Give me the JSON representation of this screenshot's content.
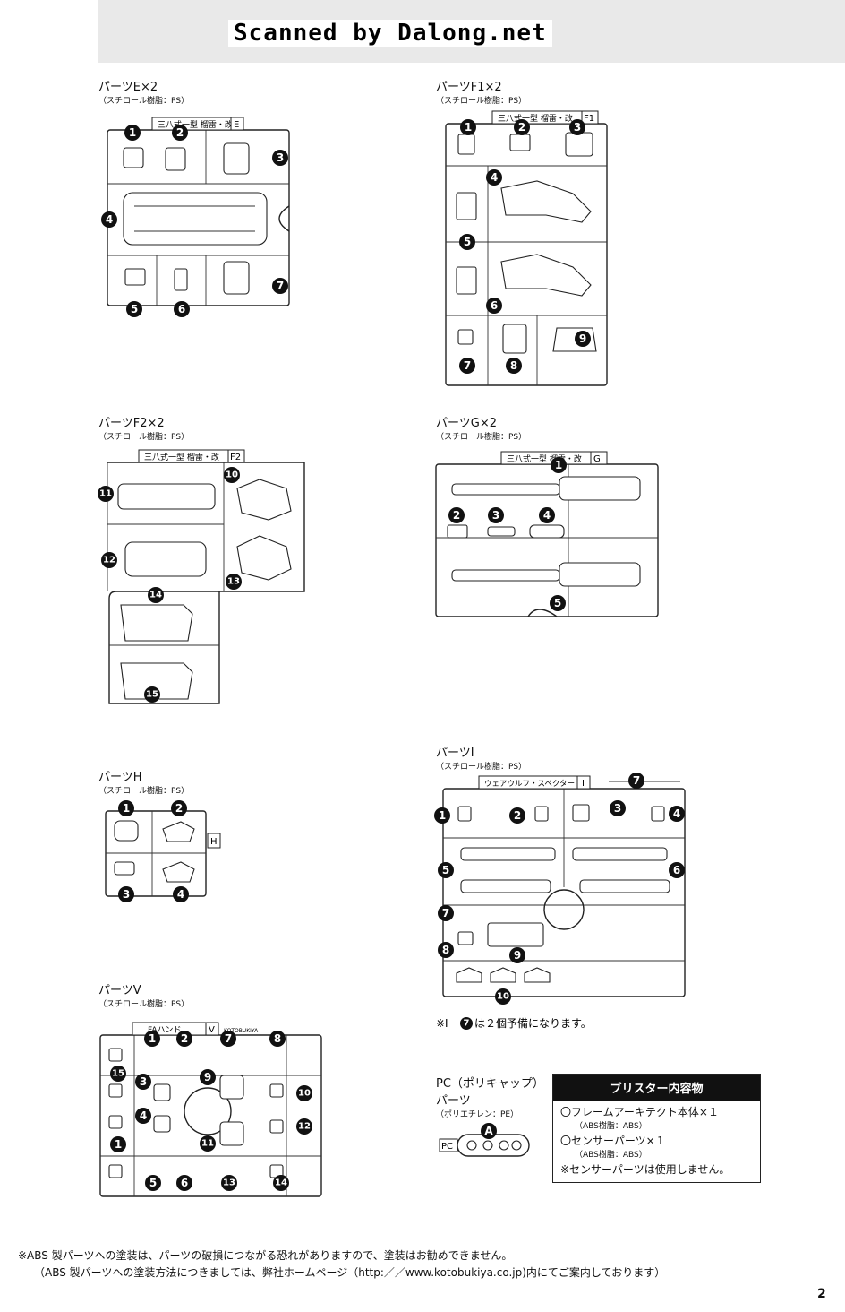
{
  "scan_banner": "Scanned by Dalong.net",
  "sections": {
    "E": {
      "title": "パーツE×2",
      "material": "（スチロール樹脂：PS）",
      "plate_name": "三八式一型 榴雷・改",
      "plate_code": "E"
    },
    "F1": {
      "title": "パーツF1×2",
      "material": "（スチロール樹脂：PS）",
      "plate_name": "三八式一型 榴雷・改",
      "plate_code": "F1"
    },
    "F2": {
      "title": "パーツF2×2",
      "material": "（スチロール樹脂：PS）",
      "plate_name": "三八式一型 榴雷・改",
      "plate_code": "F2"
    },
    "G": {
      "title": "パーツG×2",
      "material": "（スチロール樹脂：PS）",
      "plate_name": "三八式一型 榴雷・改",
      "plate_code": "G"
    },
    "H": {
      "title": "パーツH",
      "material": "（スチロール樹脂：PS）",
      "plate_code": "H"
    },
    "I": {
      "title": "パーツI",
      "material": "（スチロール樹脂：PS）",
      "plate_name": "ウェアウルフ・スペクター",
      "plate_code": "I",
      "note_prefix": "※I",
      "note_num": "7",
      "note_suffix": "は２個予備になります。"
    },
    "V": {
      "title": "パーツV",
      "material": "（スチロール樹脂：PS）",
      "plate_name": "FAハンド",
      "plate_code": "V",
      "plate_maker": "KOTOBUKIYA"
    },
    "PC": {
      "title_line1": "PC（ポリキャップ）",
      "title_line2": "パーツ",
      "material": "（ポリエチレン：PE）",
      "plate_code": "PC",
      "part_label": "A"
    }
  },
  "blister": {
    "title": "ブリスター内容物",
    "item1": "〇フレームアーキテクト本体×１",
    "item1_material": "（ABS樹脂：ABS）",
    "item2": "〇センサーパーツ×１",
    "item2_material": "（ABS樹脂：ABS）",
    "note": "※センサーパーツは使用しません。"
  },
  "footnote": {
    "line1": "※ABS 製パーツへの塗装は、パーツの破損につながる恐れがありますので、塗装はお勧めできません。",
    "line2": "（ABS 製パーツへの塗装方法につきましては、弊社ホームページ（http:／／www.kotobukiya.co.jp)内にてご案内しております）"
  },
  "page_number": "2",
  "numbers": {
    "E": [
      "1",
      "2",
      "3",
      "4",
      "5",
      "6",
      "7"
    ],
    "F1": [
      "1",
      "2",
      "3",
      "4",
      "5",
      "6",
      "7",
      "8",
      "9"
    ],
    "F2": [
      "10",
      "11",
      "12",
      "13",
      "14",
      "15"
    ],
    "G": [
      "1",
      "2",
      "3",
      "4",
      "5"
    ],
    "H": [
      "1",
      "2",
      "3",
      "4"
    ],
    "I": [
      "1",
      "2",
      "3",
      "4",
      "5",
      "6",
      "7",
      "8",
      "9",
      "10",
      "7"
    ],
    "V": [
      "1",
      "2",
      "3",
      "4",
      "5",
      "6",
      "7",
      "8",
      "9",
      "10",
      "11",
      "12",
      "13",
      "14",
      "15",
      "1"
    ]
  }
}
